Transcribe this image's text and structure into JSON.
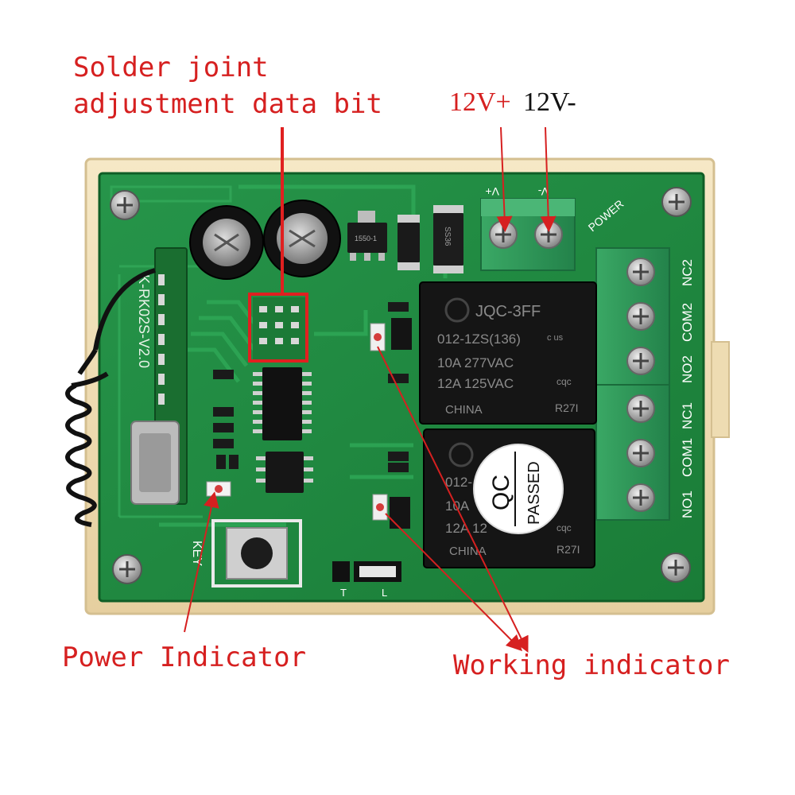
{
  "callouts": {
    "solder_joint_line1": "Solder joint",
    "solder_joint_line2": "adjustment data bit",
    "power_plus": "12V+",
    "power_minus": "12V-",
    "power_indicator": "Power Indicator",
    "working_indicator": "Working indicator"
  },
  "board": {
    "model_silk": "K-RK02S-V2.0",
    "terminal_labels": [
      "NC2",
      "COM2",
      "NO2",
      "NC1",
      "COM1",
      "NO1"
    ],
    "power_silk": "POWER",
    "power_terminal_marks": [
      "V+",
      "V-"
    ],
    "key_silk": "KEY",
    "jumper_marks": [
      "T",
      "L"
    ],
    "relay_top": {
      "brand": "JQC-3FF",
      "lines": [
        "012-1ZS(136)",
        "10A 277VAC",
        "12A 125VAC"
      ],
      "origin": "CHINA",
      "cert": "cqc",
      "code": "R27I",
      "ul": "c    us"
    },
    "relay_bottom": {
      "lines": [
        "012-",
        "10A",
        "12A 12"
      ],
      "origin": "CHINA",
      "cert": "cqc",
      "code": "R27I",
      "sticker_line1": "QC",
      "sticker_line2": "PASSED"
    },
    "diode_label": "SS36",
    "regulator_label": "1550-1"
  },
  "colors": {
    "callout": "#d62020",
    "pcb_green": "#1f8a3e",
    "pcb_dark": "#0f5e26",
    "terminal_green": "#2e9a57",
    "enclosure": "#efdcb4",
    "relay_black": "#151515"
  }
}
